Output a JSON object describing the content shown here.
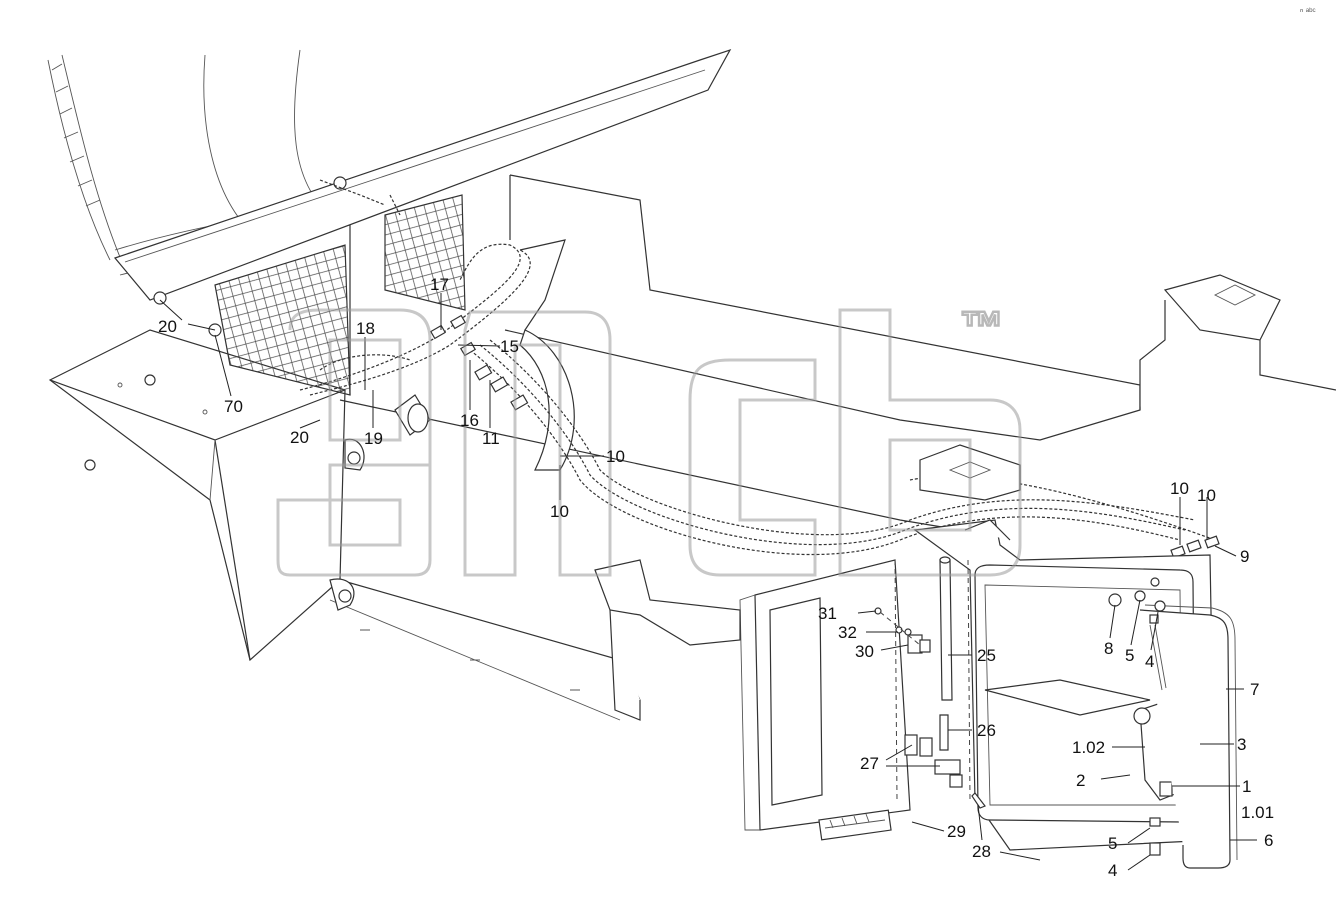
{
  "watermark": {
    "mark": "™"
  },
  "corner_mark": "ⁿ ᵃᵇᶜ",
  "callouts": [
    "20",
    "20",
    "70",
    "18",
    "17",
    "15",
    "16",
    "11",
    "19",
    "10",
    "10",
    "10",
    "10",
    "9",
    "31",
    "32",
    "30",
    "25",
    "8",
    "5",
    "4",
    "7",
    "26",
    "1.02",
    "3",
    "27",
    "2",
    "1",
    "1.01",
    "29",
    "28",
    "5",
    "4",
    "6"
  ]
}
